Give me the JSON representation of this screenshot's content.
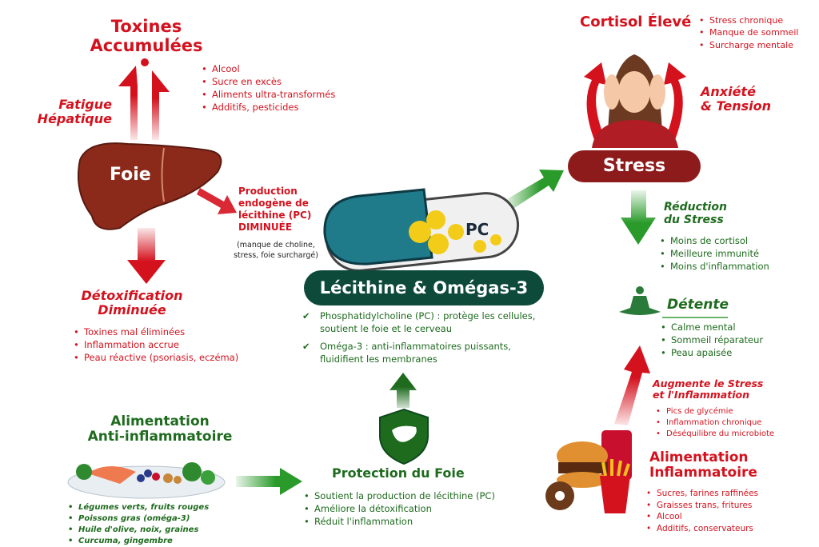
{
  "colors": {
    "red": "#d4121e",
    "green": "#1e6b1e",
    "dark_green": "#0d4a3a",
    "stress_banner": "#8e1b1b",
    "liver": "#8b2a1a"
  },
  "toxins": {
    "title_line1": "Toxines",
    "title_line2": "Accumulées",
    "items": [
      "Alcool",
      "Sucre en excès",
      "Aliments ultra-transformés",
      "Additifs, pesticides"
    ]
  },
  "fatigue": {
    "line1": "Fatigue",
    "line2": "Hépatique"
  },
  "liver": {
    "label": "Foie"
  },
  "production": {
    "line1": "Production",
    "line2": "endogène de",
    "line3": "lécithine (PC)",
    "line4": "DIMINUÉE",
    "note1": "(manque de choline,",
    "note2": "stress, foie surchargé)"
  },
  "capsule": {
    "label": "PC"
  },
  "detox": {
    "title_line1": "Détoxification",
    "title_line2": "Diminuée",
    "items": [
      "Toxines mal éliminées",
      "Inflammation accrue",
      "Peau réactive (psoriasis, eczéma)"
    ]
  },
  "lecithin": {
    "title": "Lécithine & Omégas-3",
    "checks": [
      {
        "line1": "Phosphatidylcholine (PC) : protège les cellules,",
        "line2": "soutient le foie et le cerveau"
      },
      {
        "line1": "Oméga-3 : anti-inflammatoires puissants,",
        "line2": "fluidifient les membranes"
      }
    ]
  },
  "protection": {
    "title": "Protection du Foie",
    "items": [
      "Soutient la production de lécithine (PC)",
      "Améliore la détoxification",
      "Réduit l'inflammation"
    ]
  },
  "anti_food": {
    "title_line1": "Alimentation",
    "title_line2": "Anti-inflammatoire",
    "items": [
      "Légumes verts, fruits rouges",
      "Poissons gras (oméga-3)",
      "Huile d'olive, noix, graines",
      "Curcuma, gingembre"
    ]
  },
  "cortisol": {
    "title": "Cortisol Élevé",
    "items": [
      "Stress chronique",
      "Manque de sommeil",
      "Surcharge mentale"
    ]
  },
  "anxiety": {
    "line1": "Anxiété",
    "line2": "& Tension"
  },
  "stress": {
    "label": "Stress"
  },
  "reduction": {
    "title_line1": "Réduction",
    "title_line2": "du Stress",
    "items": [
      "Moins de cortisol",
      "Meilleure immunité",
      "Moins d'inflammation"
    ]
  },
  "detente": {
    "title": "Détente",
    "items": [
      "Calme mental",
      "Sommeil réparateur",
      "Peau apaisée"
    ]
  },
  "augmente": {
    "title_line1": "Augmente le Stress",
    "title_line2": "et l'Inflammation",
    "items": [
      "Pics de glycémie",
      "Inflammation chronique",
      "Déséquilibre du microbiote"
    ]
  },
  "inflam_food": {
    "title_line1": "Alimentation",
    "title_line2": "Inflammatoire",
    "items": [
      "Sucres, farines raffinées",
      "Graisses trans, fritures",
      "Alcool",
      "Additifs, conservateurs"
    ]
  }
}
